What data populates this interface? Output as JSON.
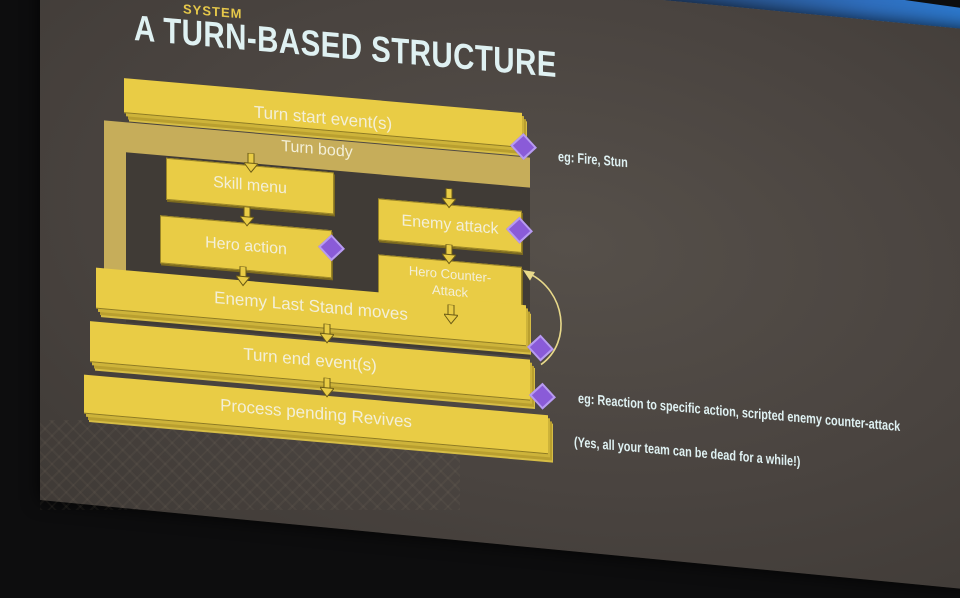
{
  "slide": {
    "kicker": "SYSTEM",
    "title": "A TURN-BASED STRUCTURE"
  },
  "diagram": {
    "turn_start": "Turn start event(s)",
    "turn_body": "Turn body",
    "skill_menu": "Skill menu",
    "hero_action": "Hero action",
    "enemy_attack": "Enemy attack",
    "hero_counter": "Hero Counter-Attack",
    "hero_counter_line1": "Hero Counter-",
    "hero_counter_line2": "Attack",
    "enemy_last_stand": "Enemy Last Stand moves",
    "turn_end": "Turn end event(s)",
    "process_revives": "Process pending Revives"
  },
  "notes": {
    "turn_start_example": "eg: Fire, Stun",
    "turn_end_example": "eg: Reaction to specific action, scripted enemy counter-attack",
    "revives_note": "(Yes, all your team can be dead for a while!)"
  },
  "colors": {
    "bar_yellow": "#e9cc45",
    "frame_tan": "#c6ad5a",
    "event_marker_purple": "#8a5bd8",
    "title_text": "#dff1f2",
    "kicker_text": "#e6c84a",
    "slide_background": "#4a4440"
  },
  "icons": {
    "event_marker": "purple-diamond",
    "flow_arrow": "down-arrow"
  }
}
